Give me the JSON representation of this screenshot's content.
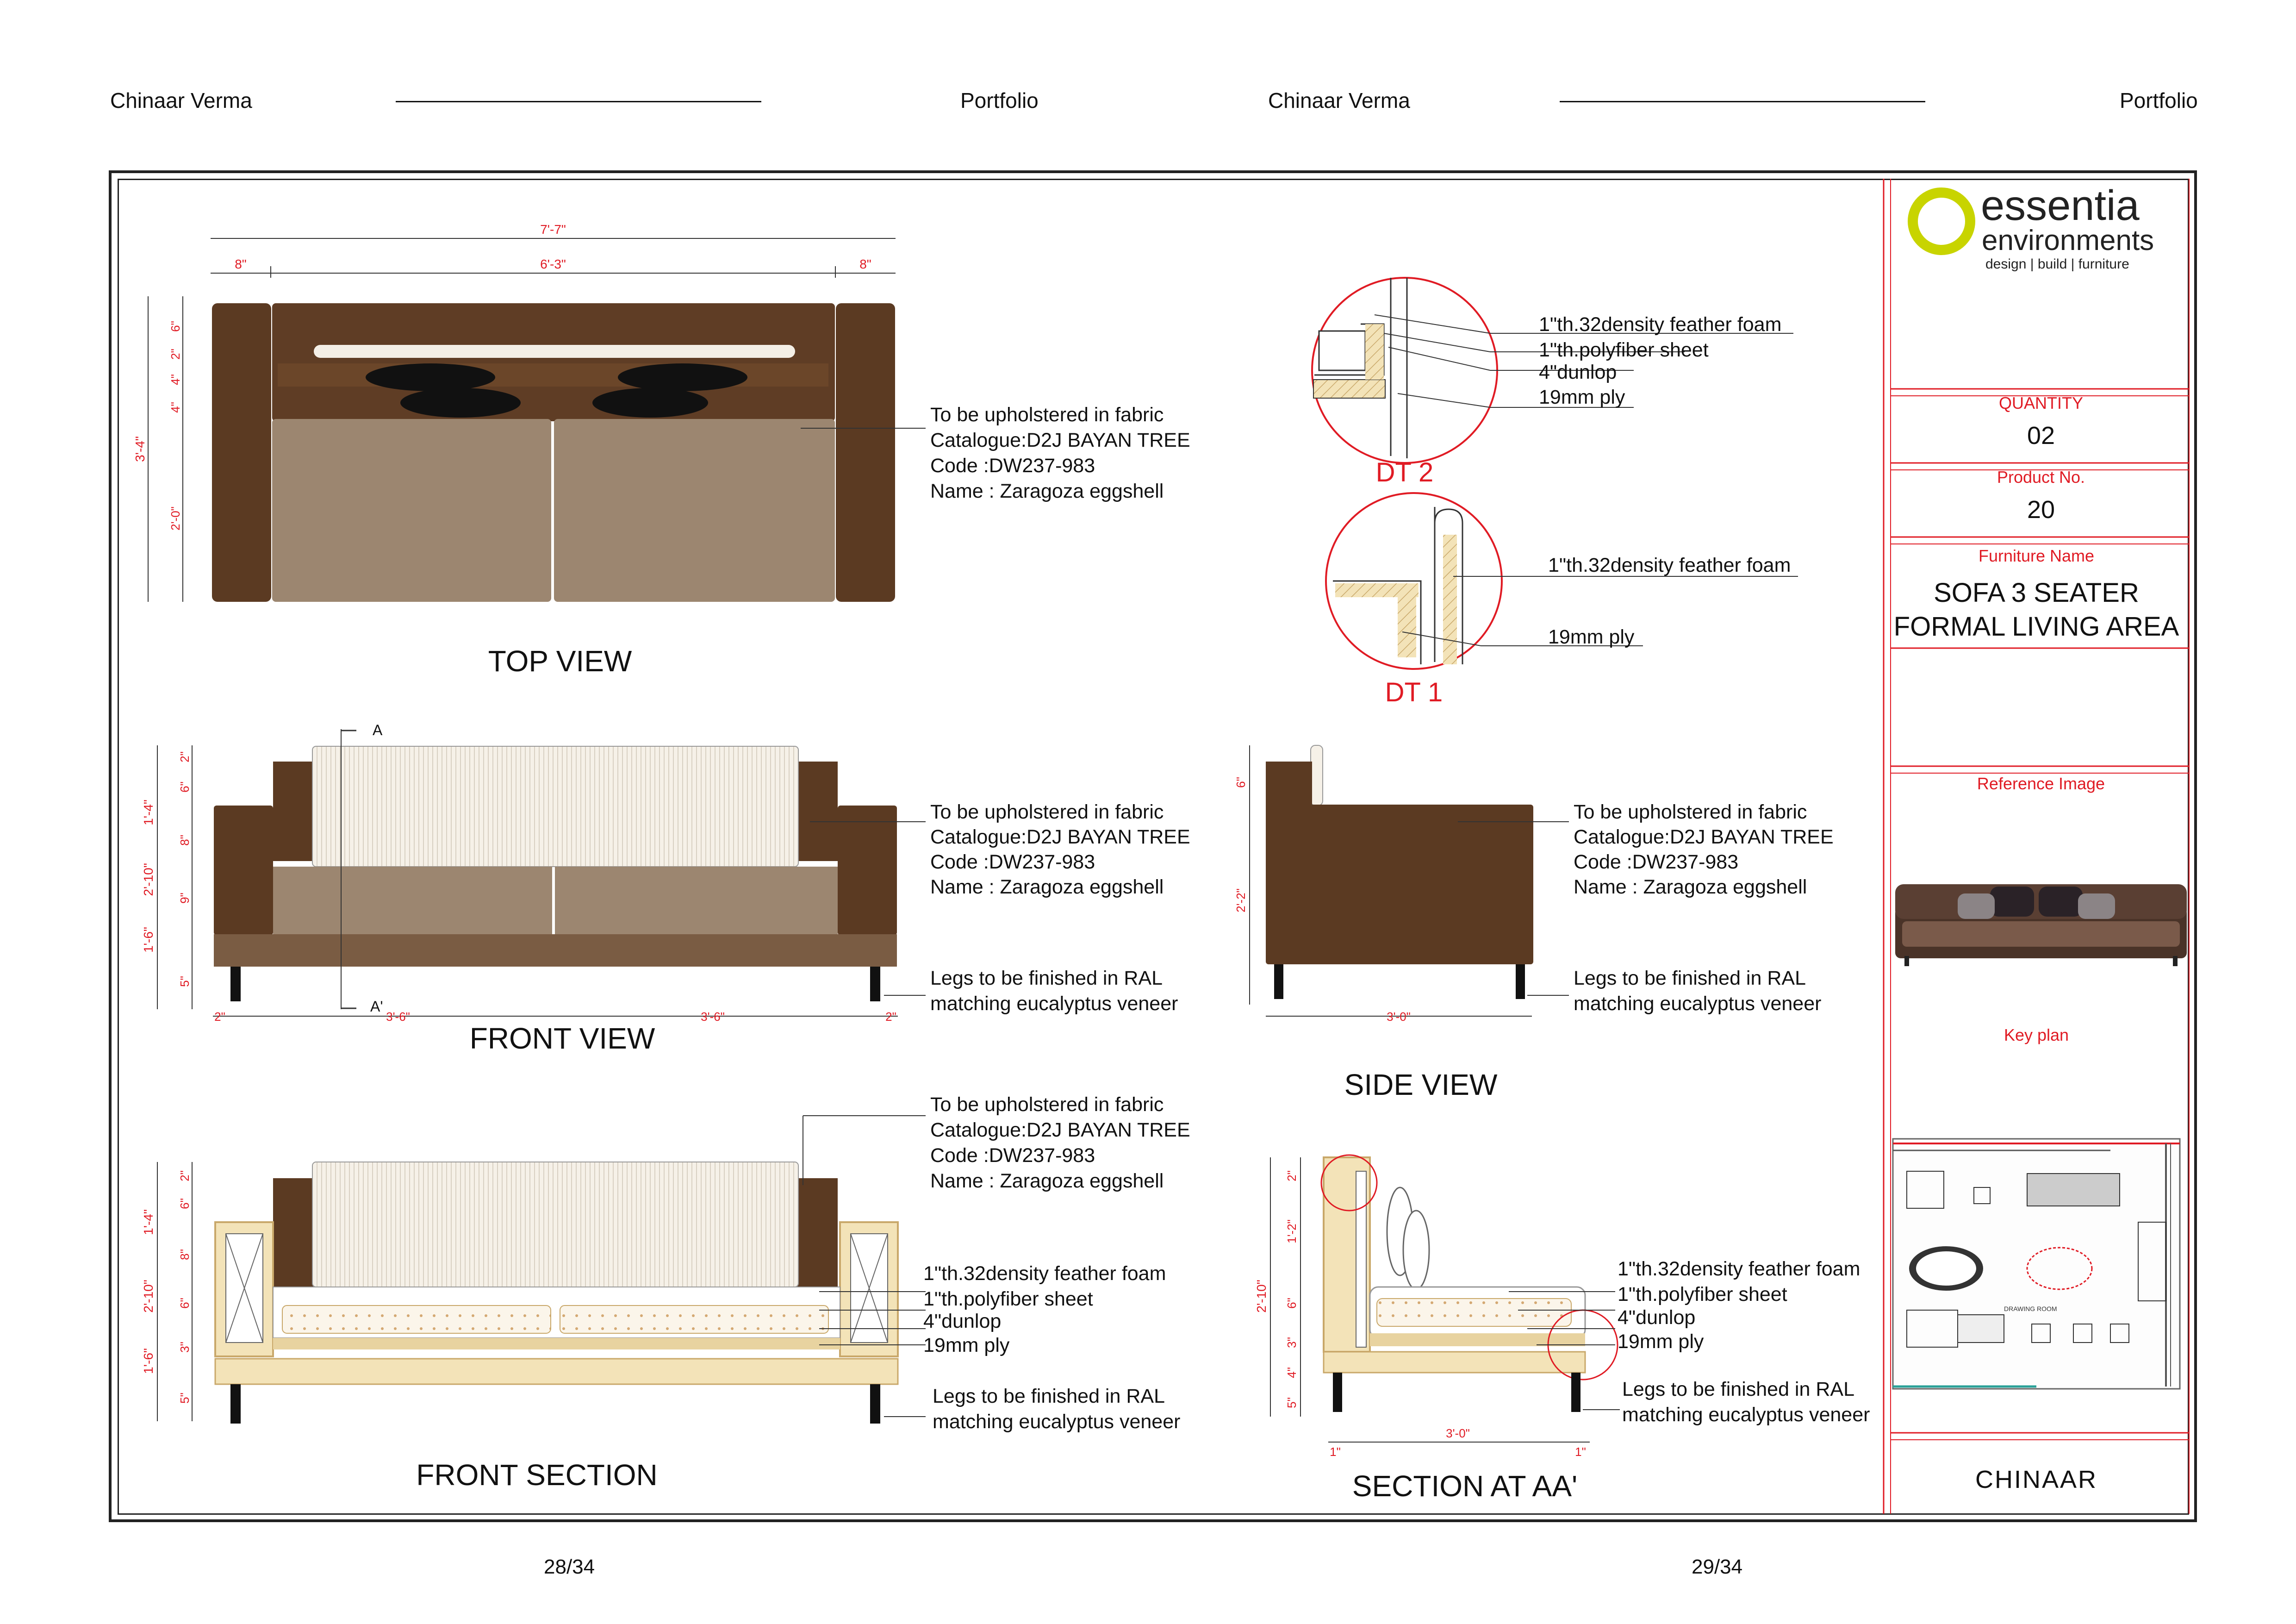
{
  "header": {
    "left_name": "Chinaar Verma",
    "left_label": "Portfolio",
    "right_name": "Chinaar Verma",
    "right_label": "Portfolio"
  },
  "pages": {
    "left": "28/34",
    "right": "29/34"
  },
  "colors": {
    "frame": "#e01b24",
    "dark_wood": "#5b3a22",
    "fabric": "#9c8670",
    "cream": "#f3ecdf",
    "ply": "#e8d3a0"
  },
  "views": {
    "top": "TOP VIEW",
    "front": "FRONT VIEW",
    "side": "SIDE VIEW",
    "front_section": "FRONT SECTION",
    "section_aa": "SECTION AT AA'",
    "dt2": "DT 2",
    "dt1": "DT 1"
  },
  "notes": {
    "fabric": [
      "To be upholstered in fabric",
      "Catalogue:D2J BAYAN TREE",
      "Code :DW237-983",
      "Name : Zaragoza eggshell"
    ],
    "legs": [
      "Legs to be finished in RAL",
      "matching eucalyptus veneer"
    ],
    "layers": [
      "1\"th.32density feather foam",
      "1\"th.polyfiber sheet",
      "4\"dunlop",
      "19mm ply"
    ],
    "dt1_layers": [
      "1\"th.32density feather foam",
      "19mm ply"
    ]
  },
  "dims": {
    "top_overall": "7'-7\"",
    "top_arm": "8\"",
    "top_seat": "6'-3\"",
    "top_depth": "3'-4\"",
    "top_back": "6\"",
    "top_2": "2\"",
    "top_4": "4\"",
    "top_seat_d": "2'-0\"",
    "front_total": "2'-10\"",
    "front_2": "2\"",
    "front_6": "6\"",
    "front_14": "1'-4\"",
    "front_8": "8\"",
    "front_9": "9\"",
    "front_16": "1'-6\"",
    "front_5": "5\"",
    "front_half": "3'-6\"",
    "side_6": "6\"",
    "side_h": "2'-2\"",
    "side_w": "3'-0\"",
    "sec_12": "1'-2\"",
    "sec_1": "1\"",
    "sec_3": "3\"",
    "sec_4": "4\"",
    "sec_a": "A",
    "sec_a2": "A'"
  },
  "title_block": {
    "logo_word1": "essentia",
    "logo_word2": "environments",
    "logo_tag": "design | build | furniture",
    "quantity_label": "QUANTITY",
    "quantity": "02",
    "product_label": "Product No.",
    "product": "20",
    "furniture_label": "Furniture Name",
    "furniture_line1": "SOFA 3 SEATER",
    "furniture_line2": "FORMAL LIVING AREA",
    "reference_label": "Reference Image",
    "keyplan_label": "Key plan",
    "designer": "CHINAAR",
    "keyplan_room": "DRAWING ROOM"
  }
}
